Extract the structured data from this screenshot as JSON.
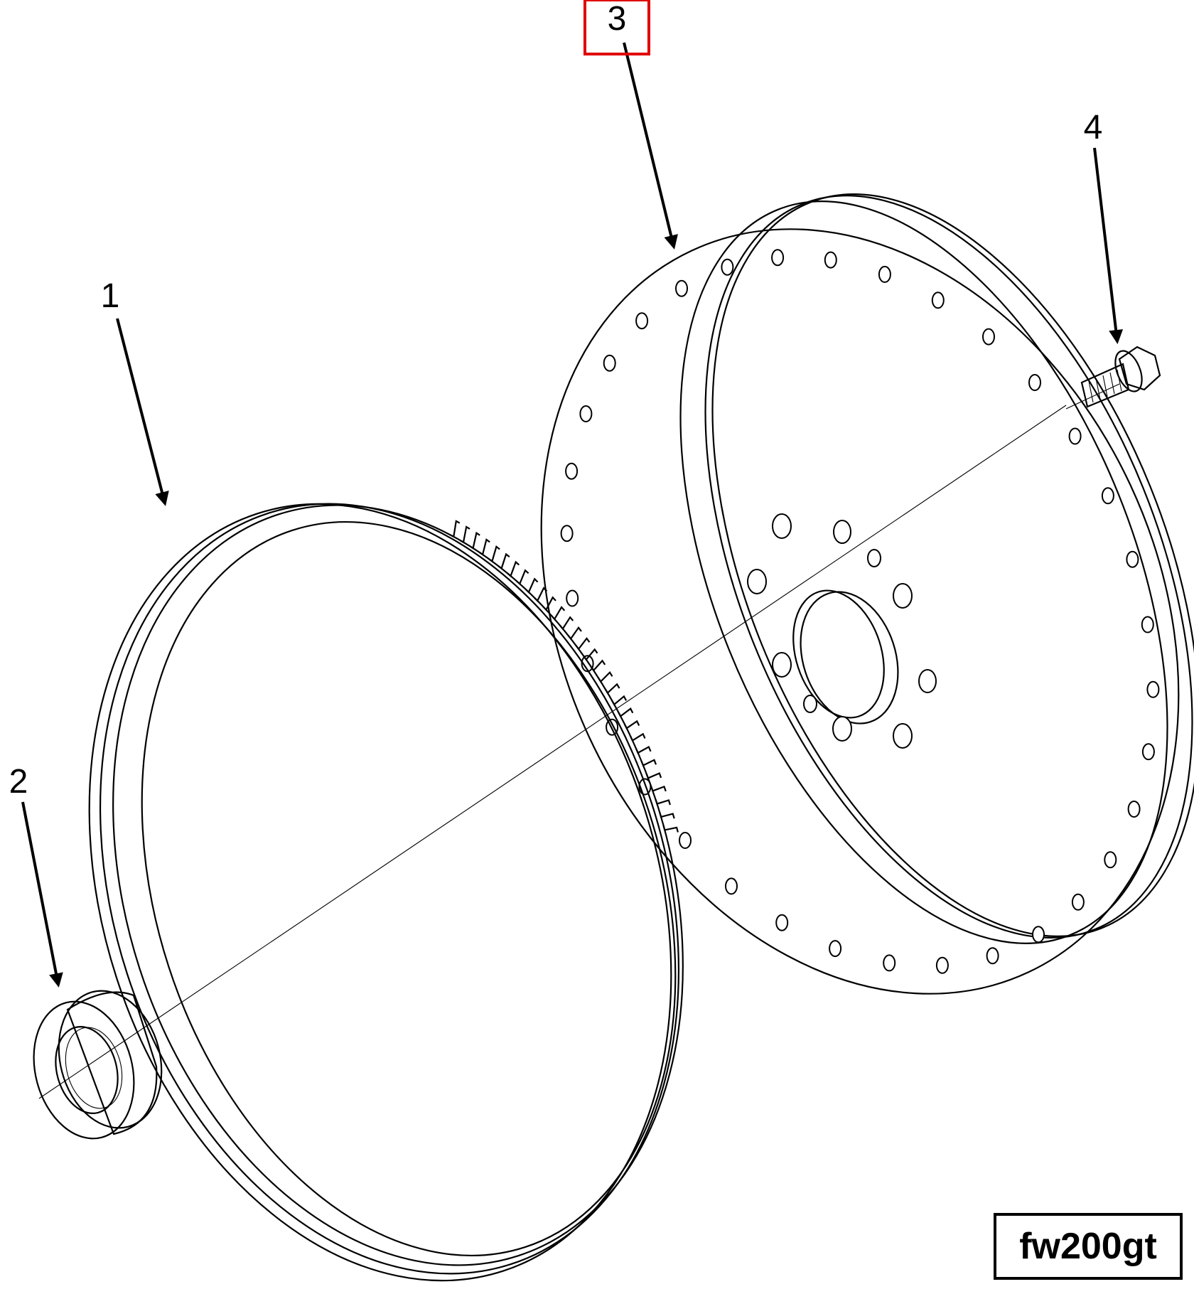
{
  "callouts": [
    {
      "id": "1",
      "label": "1",
      "highlighted": false
    },
    {
      "id": "2",
      "label": "2",
      "highlighted": false
    },
    {
      "id": "3",
      "label": "3",
      "highlighted": true
    },
    {
      "id": "4",
      "label": "4",
      "highlighted": false
    }
  ],
  "reference_code": "fw200gt",
  "colors": {
    "line": "#000000",
    "highlight": "#e00000",
    "background": "#ffffff"
  }
}
